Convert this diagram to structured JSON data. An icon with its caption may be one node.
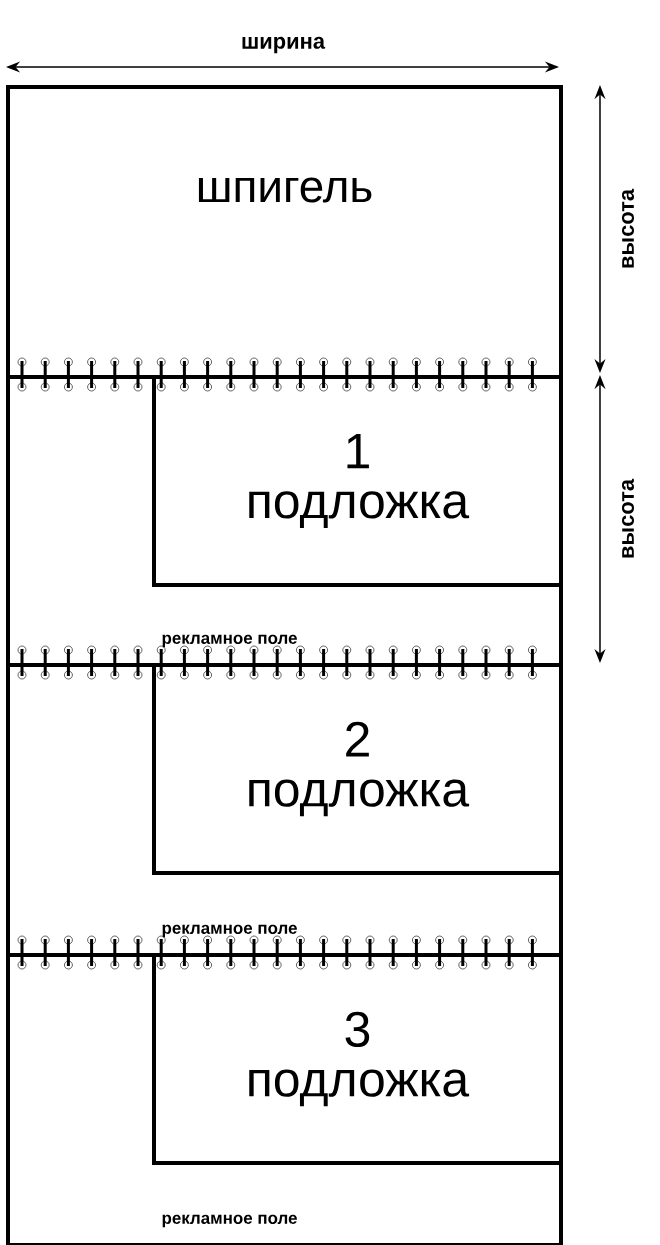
{
  "diagram": {
    "nodes": [
      {
        "text": [
          "шпигель"
        ]
      },
      {
        "text": [
          "рекламное поле"
        ]
      },
      {
        "text": [
          "1 подложка"
        ],
        "in": 1
      },
      {
        "text": [
          "рекламное поле"
        ]
      },
      {
        "text": [
          "2 подложка"
        ],
        "in": 3
      },
      {
        "text": [
          "рекламное поле"
        ]
      },
      {
        "text": [
          "3 подложка"
        ],
        "in": 5
      }
    ],
    "labels": [
      "ширина",
      "высота",
      "высота"
    ]
  }
}
